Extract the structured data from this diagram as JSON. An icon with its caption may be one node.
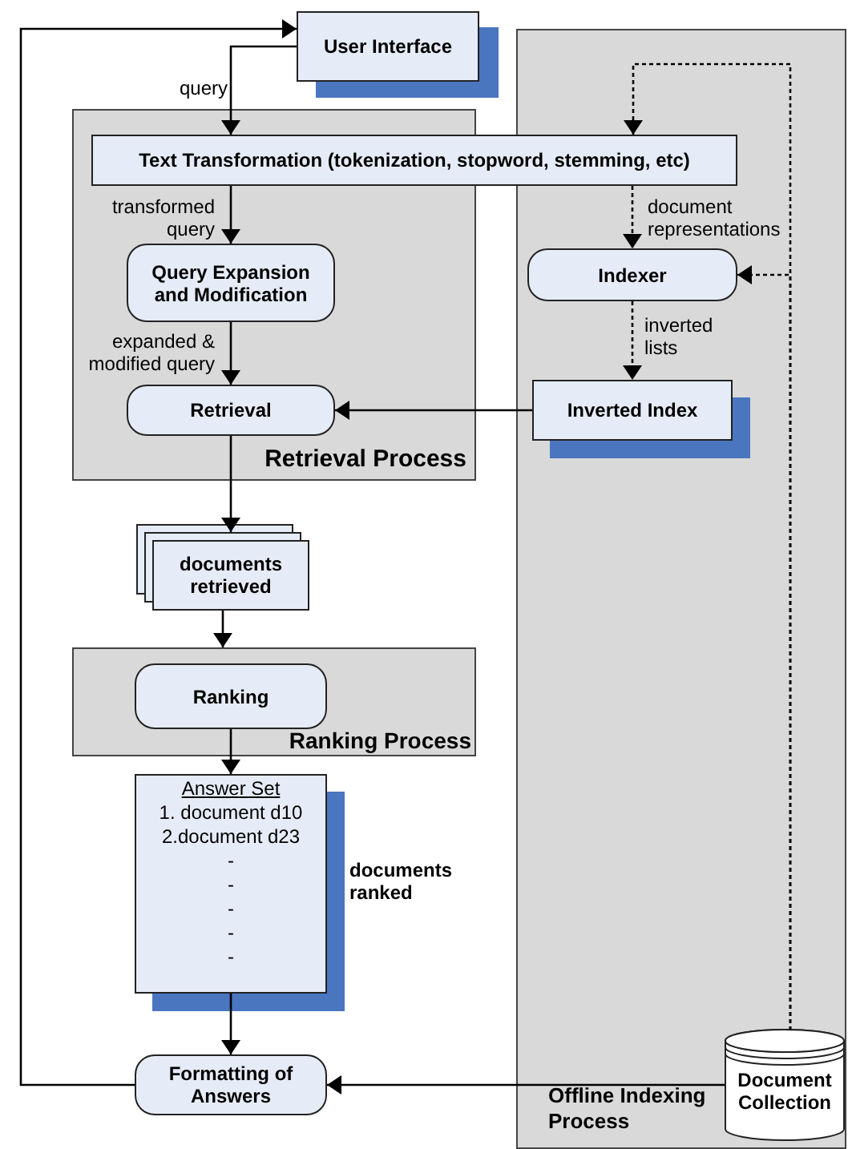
{
  "diagram": {
    "nodes": [
      {
        "text": [
          "Retrieval Process"
        ]
      },
      {
        "text": [
          "Ranking Process"
        ]
      },
      {
        "text": [
          "Offline Indexing Process"
        ]
      },
      {
        "text": [
          "User Interface"
        ]
      },
      {
        "text": [
          "Text Transformation (tokenization, stopword, stemming, etc)"
        ]
      },
      {
        "text": [
          "Query Expansion and Modification"
        ],
        "in": 0
      },
      {
        "text": [
          "Retrieval"
        ],
        "in": 0
      },
      {
        "text": [
          "Inverted Index"
        ],
        "in": 2
      },
      {
        "text": [
          "Indexer"
        ],
        "in": 2
      },
      {
        "text": [
          "documents retrieved"
        ]
      },
      {
        "text": [
          "Ranking"
        ],
        "in": 1
      },
      {
        "text": [
          "Answer Set",
          "1. document d10",
          "2.document d23",
          "-",
          "-",
          "-",
          "-",
          "-"
        ],
        "beside": [
          "documents ranked"
        ]
      },
      {
        "text": [
          "Formatting of Answers"
        ]
      },
      {
        "text": [
          "Document Collection"
        ],
        "in": 2
      }
    ],
    "edges": [
      {
        "from": 3,
        "to": 4,
        "arrow": "to",
        "label": "query"
      },
      {
        "from": 4,
        "to": 5,
        "arrow": "to",
        "label": "transformed query"
      },
      {
        "from": 5,
        "to": 6,
        "arrow": "to",
        "label": "expanded & modified query"
      },
      {
        "from": 7,
        "to": 6,
        "arrow": "to"
      },
      {
        "from": 4,
        "to": 8,
        "arrow": "to",
        "label": "document representations",
        "style": "dashed"
      },
      {
        "from": 8,
        "to": 7,
        "arrow": "to",
        "label": "inverted lists",
        "style": "dashed"
      },
      {
        "from": 13,
        "to": 4,
        "arrow": "to",
        "style": "dashed"
      },
      {
        "from": 13,
        "to": 8,
        "arrow": "to",
        "style": "dashed"
      },
      {
        "from": 6,
        "to": 9,
        "arrow": "to"
      },
      {
        "from": 9,
        "to": 1,
        "arrow": "to"
      },
      {
        "from": 10,
        "to": 11,
        "arrow": "to"
      },
      {
        "from": 11,
        "to": 12,
        "arrow": "to"
      },
      {
        "from": 12,
        "to": 3,
        "arrow": "to"
      },
      {
        "from": 13,
        "to": 12,
        "arrow": "to"
      }
    ]
  }
}
